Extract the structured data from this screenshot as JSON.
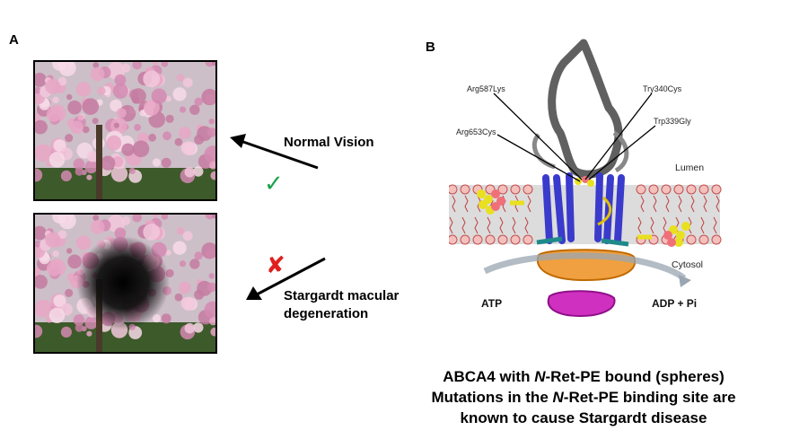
{
  "panel_a": {
    "label": "A",
    "normal_vision_label": "Normal Vision",
    "normal_mark": "✓",
    "normal_mark_color": "#1aa34a",
    "stargardt_label_line1": "Stargardt macular",
    "stargardt_label_line2": "degeneration",
    "stargardt_mark": "✘",
    "stargardt_mark_color": "#e02020"
  },
  "panel_b": {
    "label": "B",
    "mutations": [
      "Arg587Lys",
      "Try340Cys",
      "Arg653Cys",
      "Trp339Gly"
    ],
    "lumen_label": "Lumen",
    "cytosol_label": "Cytosol",
    "atp_label": "ATP",
    "adp_label": "ADP + Pi"
  },
  "caption": {
    "line1_pre": "ABCA4 with ",
    "line1_italic": "N",
    "line1_post": "-Ret-PE bound (spheres)",
    "line2_pre": "Mutations in the ",
    "line2_italic": "N",
    "line2_post": "-Ret-PE binding site are",
    "line3": "known to cause Stargardt disease"
  }
}
